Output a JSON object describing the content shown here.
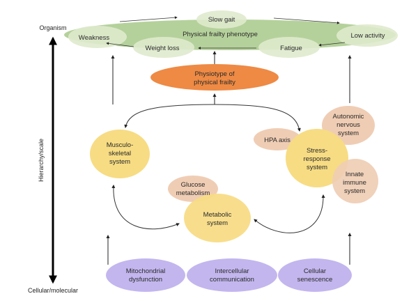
{
  "axis": {
    "top_label": "Organism",
    "bottom_label": "Cellular/molecular",
    "side_label": "Hierarchy/scale"
  },
  "phenotype": {
    "title": "Physical frailty phenotype",
    "components": [
      "Slow gait",
      "Low activity",
      "Fatigue",
      "Weight loss",
      "Weakness"
    ],
    "colors": {
      "main": "#b5d19b",
      "component": "#dfeacd"
    }
  },
  "physiotype": {
    "lines": [
      "Physiotype of",
      "physical frailty"
    ],
    "color": "#ee8a44"
  },
  "systems": {
    "musculoskeletal": {
      "lines": [
        "Musculo-",
        "skeletal",
        "system"
      ]
    },
    "metabolic": {
      "lines": [
        "Metabolic",
        "system"
      ]
    },
    "stress_response": {
      "lines": [
        "Stress-",
        "response",
        "system"
      ]
    },
    "color": "#f7dc83"
  },
  "subsystems": {
    "glucose": {
      "lines": [
        "Glucose",
        "metabolism"
      ]
    },
    "hpa": {
      "lines": [
        "HPA axis"
      ]
    },
    "autonomic": {
      "lines": [
        "Autonomic",
        "nervous",
        "system"
      ]
    },
    "innate_immune": {
      "lines": [
        "Innate",
        "immune",
        "system"
      ]
    },
    "color": "#efcdb4"
  },
  "cellular": {
    "items": [
      {
        "lines": [
          "Mitochondrial",
          "dysfunction"
        ]
      },
      {
        "lines": [
          "Intercellular",
          "communication"
        ]
      },
      {
        "lines": [
          "Cellular",
          "senescence"
        ]
      }
    ],
    "color": "#c3b6ee"
  }
}
